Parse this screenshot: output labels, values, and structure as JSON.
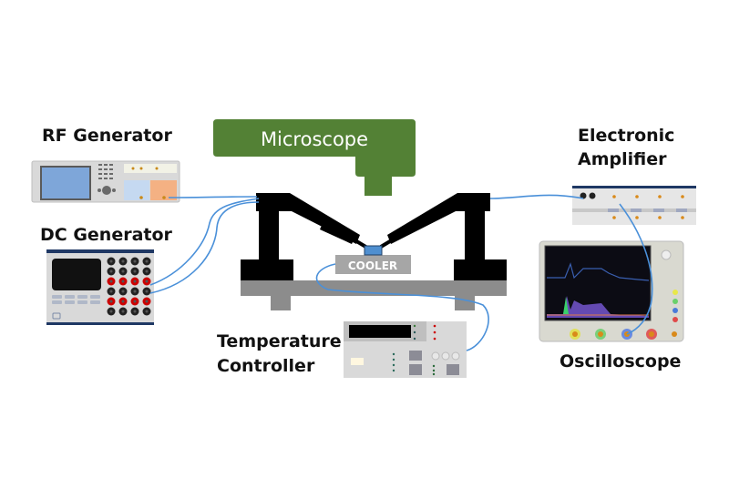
{
  "labels": {
    "rf_generator": "RF Generator",
    "dc_generator": "DC Generator",
    "microscope": "Microscope",
    "electronic_amplifier_line1": "Electronic",
    "electronic_amplifier_line2": "Amplifier",
    "cooler": "COOLER",
    "temperature_controller_line1": "Temperature",
    "temperature_controller_line2": "Controller",
    "oscilloscope": "Oscilloscope"
  },
  "colors": {
    "microscope_green": "#538135",
    "cable_blue": "#4a90d9",
    "stage_black": "#000000",
    "base_gray": "#8c8c8c",
    "cooler_gray": "#a6a6a6",
    "sample_blue": "#4f8fd0",
    "probe_tip_green": "#7ab648"
  }
}
